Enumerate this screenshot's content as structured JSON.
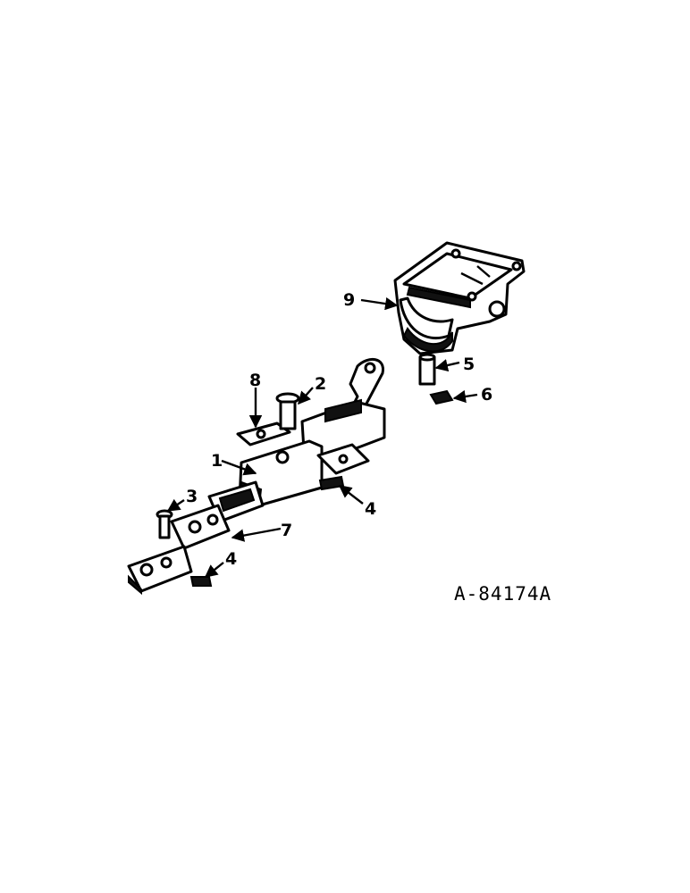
{
  "drawing_number": "A-84174A",
  "callouts": {
    "c1": "1",
    "c2": "2",
    "c3": "3",
    "c4a": "4",
    "c4b": "4",
    "c5": "5",
    "c6": "6",
    "c7": "7",
    "c8": "8",
    "c9": "9"
  },
  "colors": {
    "ink": "#000000",
    "paper": "#ffffff"
  }
}
